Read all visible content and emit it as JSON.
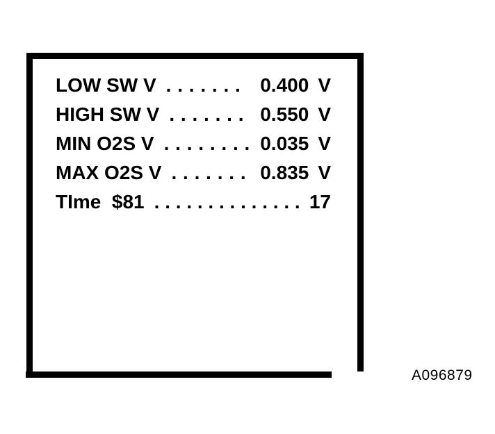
{
  "display": {
    "rows": [
      {
        "label": "LOW SW V",
        "dots": ". . . . . . .",
        "value": "0.400",
        "unit": "V"
      },
      {
        "label": "HIGH SW V",
        "dots": ". . . . . . .",
        "value": "0.550",
        "unit": "V"
      },
      {
        "label": "MIN O2S V",
        "dots": ". . . . . . . .",
        "value": "0.035",
        "unit": "V"
      },
      {
        "label": "MAX O2S V",
        "dots": ". . . . . . .",
        "value": "0.835",
        "unit": "V"
      },
      {
        "label": "TIme  $81",
        "dots": ". . . . . . . . . . . . . .",
        "value": "17",
        "unit": ""
      }
    ]
  },
  "figure": {
    "code": "A096879"
  },
  "colors": {
    "ink": "#000000",
    "background": "#ffffff"
  }
}
